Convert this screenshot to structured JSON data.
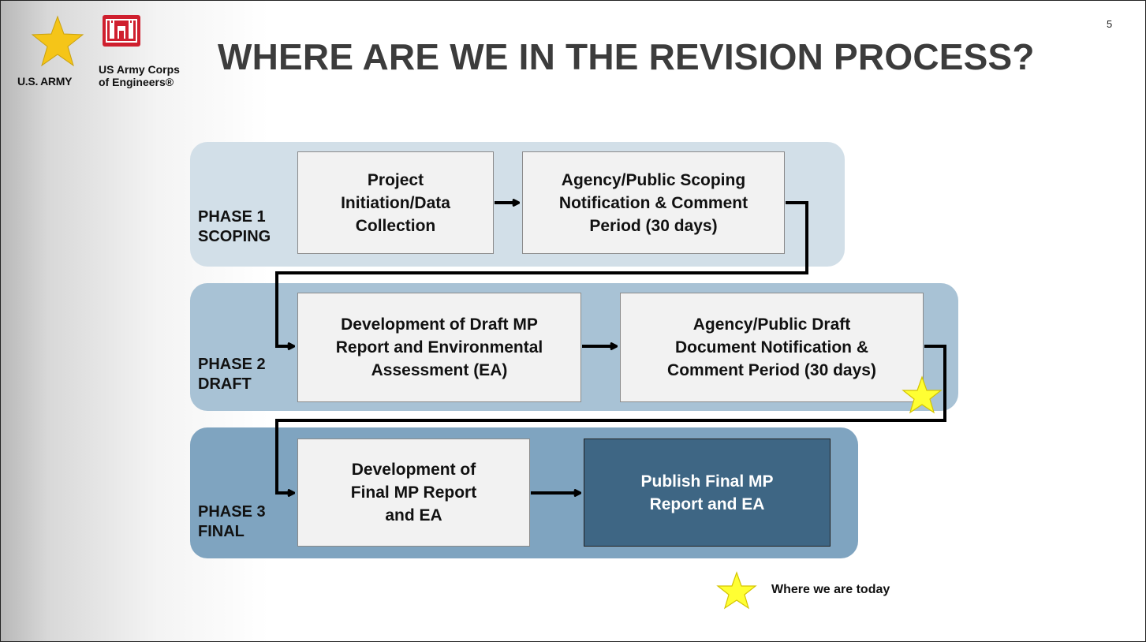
{
  "slide": {
    "number": "5",
    "title": "WHERE ARE WE IN THE REVISION PROCESS?"
  },
  "logos": {
    "army_label": "U.S. ARMY",
    "usace_line1": "US Army Corps",
    "usace_line2": "of Engineers®"
  },
  "phases": [
    {
      "label_line1": "PHASE 1",
      "label_line2": "SCOPING",
      "steps": [
        "Project\nInitiation/Data\nCollection",
        "Agency/Public Scoping\nNotification & Comment\nPeriod (30 days)"
      ]
    },
    {
      "label_line1": "PHASE 2",
      "label_line2": "DRAFT",
      "steps": [
        "Development of Draft MP\nReport and Environmental\nAssessment (EA)",
        "Agency/Public Draft\nDocument Notification &\nComment Period (30 days)"
      ]
    },
    {
      "label_line1": "PHASE 3",
      "label_line2": "FINAL",
      "steps": [
        "Development of\nFinal MP Report\nand EA",
        "Publish Final MP\nReport and EA"
      ]
    }
  ],
  "legend": {
    "text": "Where we are today"
  },
  "colors": {
    "phase1_band": "#d2dfe8",
    "phase2_band": "#a8c2d5",
    "phase3_band": "#7fa4c0",
    "final_box": "#3e6684",
    "star": "#ffff33",
    "army_star": "#f5c518",
    "usace_red": "#cf1f2e"
  }
}
